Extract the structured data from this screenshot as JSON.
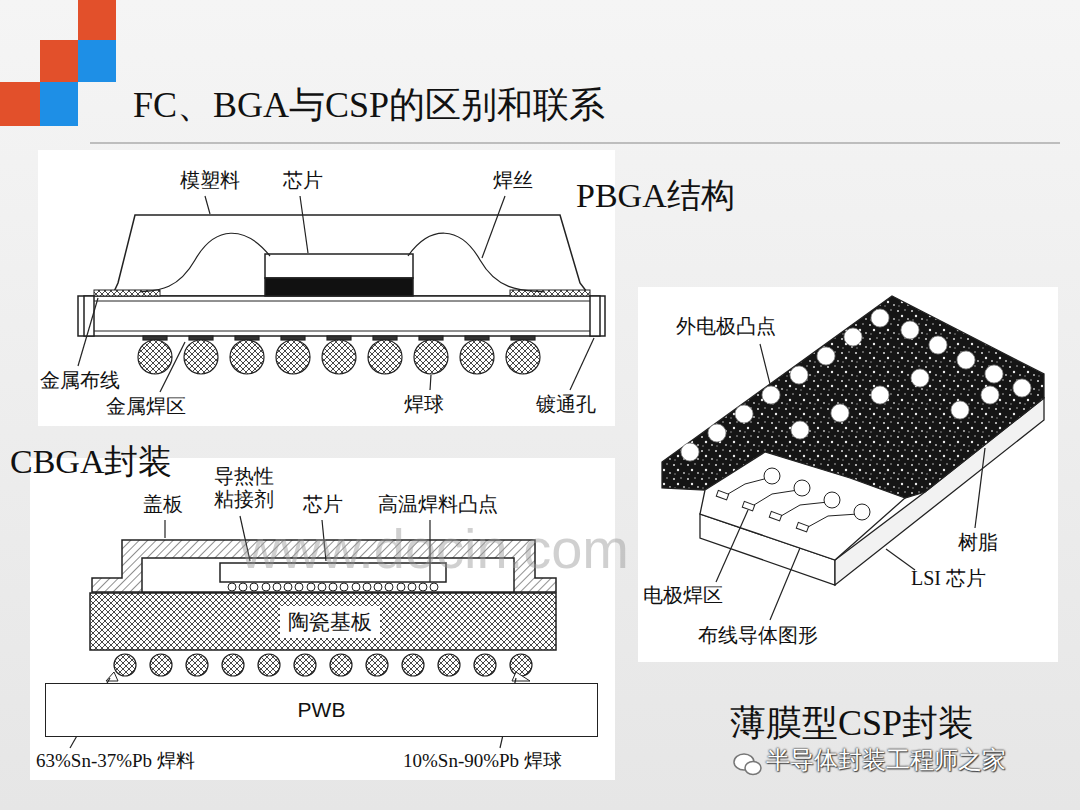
{
  "diagram": {
    "title": "FC、BGA与CSP的区别和联系",
    "nodes": [
      {
        "text": [
          "陶瓷基板"
        ]
      },
      {
        "text": [
          "PWB"
        ]
      }
    ],
    "labels": [
      "PBGA结构",
      "模塑料",
      "芯片",
      "焊丝",
      "金属布线",
      "金属焊区",
      "焊球",
      "镀通孔",
      "CBGA封装",
      "盖板",
      "导热性 粘接剂",
      "芯片",
      "高温焊料凸点",
      "63%Sn-37%Pb 焊料",
      "10%Sn-90%Pb 焊球",
      "外电极凸点",
      "树脂",
      "LSI 芯片",
      "电极焊区",
      "布线导体图形",
      "薄膜型CSP封装",
      "www.docin.com",
      "半导体封装工程师之家"
    ]
  }
}
